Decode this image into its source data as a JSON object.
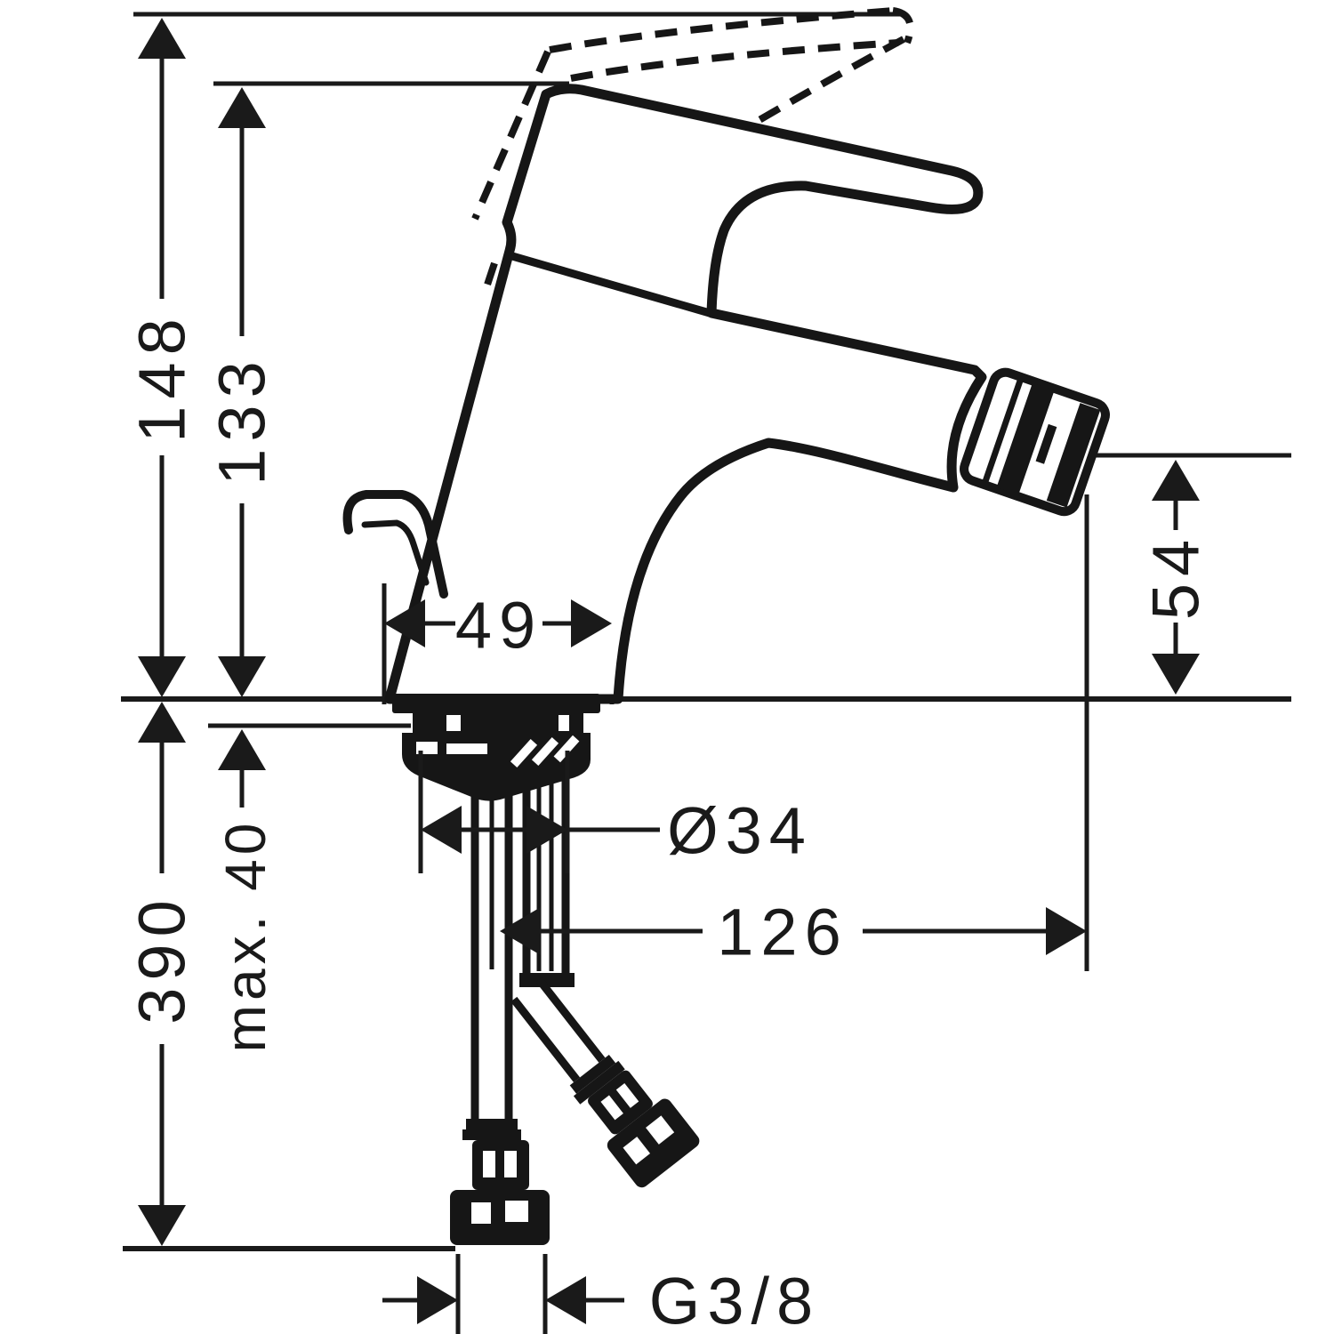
{
  "diagram": {
    "type": "technical-dimension-drawing",
    "subject": "single-lever bidet mixer, side elevation with installation dimensions",
    "background": "#ffffff",
    "ink": "#1a1a1a",
    "dimensions": {
      "overall_height": "148",
      "height_to_spout": "133",
      "base_width": "49",
      "outlet_height": "54",
      "base_diameter": "Ø34",
      "spout_reach": "126",
      "connection_length": "390",
      "max_mounting_thickness": "max. 40",
      "supply_thread": "G3/8"
    }
  }
}
